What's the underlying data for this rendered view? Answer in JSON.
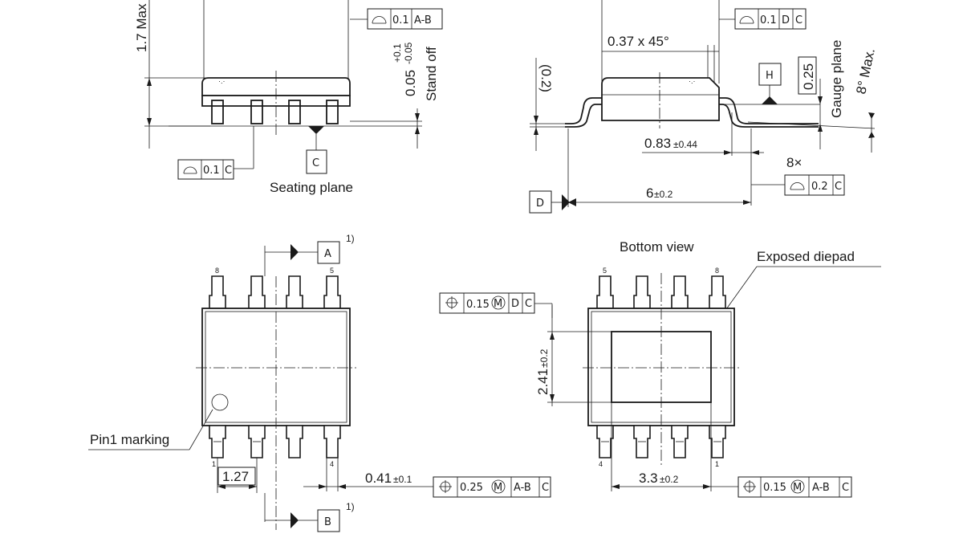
{
  "labels": {
    "max_height": "1.7 Max",
    "stand_off_value": "0.05",
    "stand_off_tol_plus": "+0.1",
    "stand_off_tol_minus": "-0.05",
    "stand_off": "Stand off",
    "seating_plane": "Seating plane",
    "chamfer": "0.37 x 45°",
    "dim_02": "(0.2)",
    "gauge_value": "0.25",
    "gauge_plane": "Gauge plane",
    "angle_max": "8° Max.",
    "lead_length": "0.83",
    "lead_length_tol": "±0.44",
    "lead_count": "8×",
    "overall_width": "6",
    "overall_width_tol": "±0.2",
    "bottom_view": "Bottom view",
    "exposed_diepad": "Exposed diepad",
    "pitch": "1.27",
    "lead_width": "0.41",
    "lead_width_tol": "±0.1",
    "pad_height": "2.41",
    "pad_height_tol": "±0.2",
    "pad_width": "3.3",
    "pad_width_tol": "±0.2",
    "pin1_marking": "Pin1 marking",
    "footnote": "1)"
  },
  "datums": {
    "A": "A",
    "B": "B",
    "C": "C",
    "D": "D",
    "H": "H"
  },
  "pin_numbers": {
    "top_view": {
      "top_left": "8",
      "top_right": "5",
      "bottom_left": "1",
      "bottom_right": "4"
    },
    "bottom_view": {
      "top_left": "5",
      "top_right": "8",
      "bottom_left": "4",
      "bottom_right": "1"
    }
  },
  "tolerance_frames": {
    "fcf1": {
      "value": "0.1",
      "datum1": "A-B"
    },
    "fcf2": {
      "value": "0.1",
      "datum1": "C"
    },
    "fcf3": {
      "value": "0.1",
      "datum1": "D",
      "datum2": "C"
    },
    "fcf4": {
      "value": "0.2",
      "datum1": "C"
    },
    "fcf5": {
      "value": "0.15",
      "modifier": "M",
      "datum1": "D",
      "datum2": "C"
    },
    "fcf6": {
      "value": "0.25",
      "modifier": "M",
      "datum1": "A-B",
      "datum2": "C"
    },
    "fcf7": {
      "value": "0.15",
      "modifier": "M",
      "datum1": "A-B",
      "datum2": "C"
    }
  }
}
